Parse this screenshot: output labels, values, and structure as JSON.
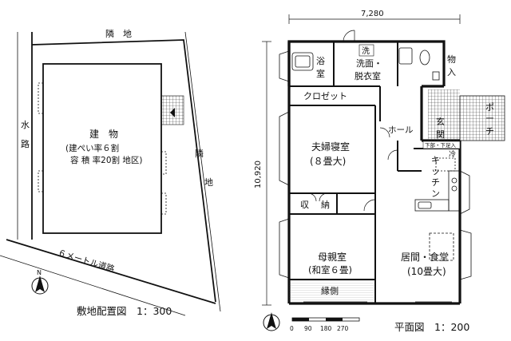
{
  "site_plan": {
    "neighbor_top": "隣　地",
    "neighbor_right_1": "隣",
    "neighbor_right_2": "地",
    "waterway_1": "水",
    "waterway_2": "路",
    "building_label": "建　物",
    "building_coverage": "(建ぺい率６割",
    "floor_area_ratio": "容 積 率20割 地区)",
    "road_label": "６メートル道路",
    "caption": "敷地配置図　1：300",
    "north": "N"
  },
  "floor_plan": {
    "width_dim": "7,280",
    "depth_dim": "10,920",
    "rooms": {
      "bath": [
        "浴",
        "室"
      ],
      "washroom_1": "洗",
      "washroom_2": "洗面・",
      "washroom_3": "脱衣室",
      "storage": [
        "物",
        "入"
      ],
      "closet": "クロゼット",
      "master_bedroom": "夫婦寝室",
      "master_bedroom_size": "(８畳大)",
      "hall": "ホール",
      "entrance": [
        "玄",
        "関"
      ],
      "porch": [
        "ポ",
        "ー",
        "チ"
      ],
      "shoe_note": "下部・下足入",
      "kitchen": [
        "キ",
        "ッ",
        "チ",
        "ン"
      ],
      "fridge": "冷",
      "storage_shu": "収",
      "storage_nou": "納",
      "mother_room": "母親室",
      "mother_room_size": "(和室６畳)",
      "veranda": "縁側",
      "living": "居間・食堂",
      "living_size": "(10畳大)"
    },
    "scale_ticks": [
      "0",
      "90",
      "180",
      "270"
    ],
    "caption": "平面図　1：200",
    "north": "N"
  }
}
